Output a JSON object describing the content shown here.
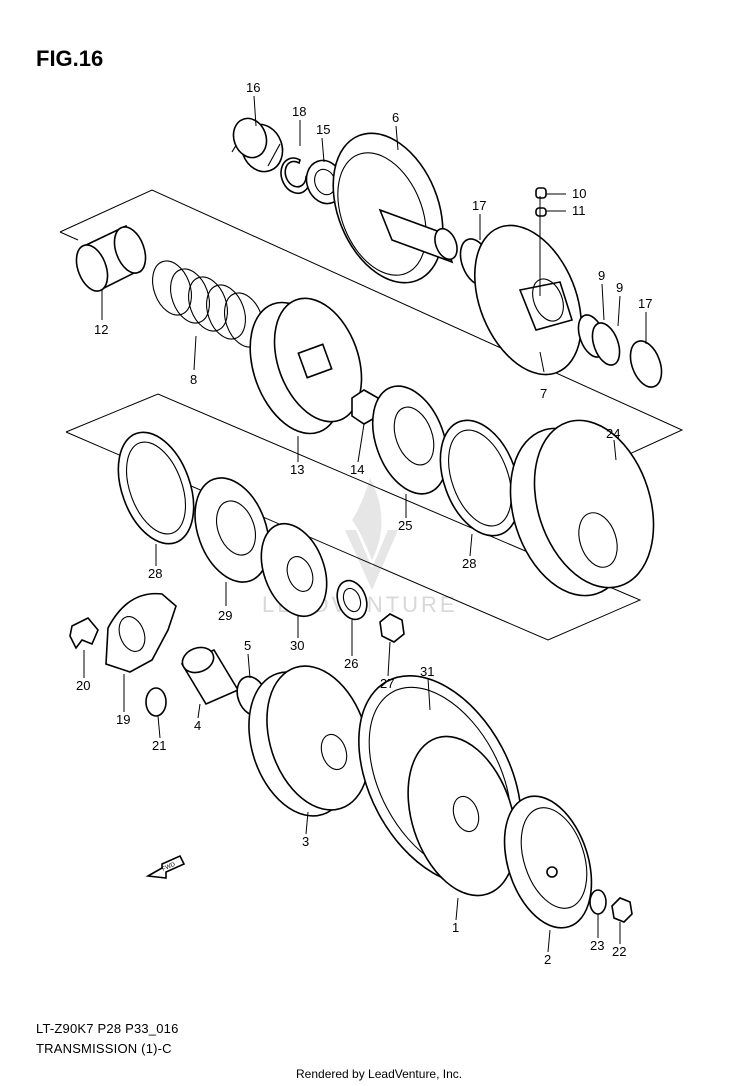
{
  "figure": {
    "title": "FIG.16",
    "code": "LT-Z90K7 P28 P33_016",
    "name": "TRANSMISSION (1)-C",
    "credit": "Rendered by LeadVenture, Inc.",
    "watermark": "LEADVENTURE",
    "direction_label": "FWD"
  },
  "callouts": {
    "p1": "1",
    "p2": "2",
    "p3": "3",
    "p4": "4",
    "p5": "5",
    "p6": "6",
    "p7": "7",
    "p8": "8",
    "p9a": "9",
    "p9b": "9",
    "p10": "10",
    "p11": "11",
    "p12": "12",
    "p13": "13",
    "p14": "14",
    "p15": "15",
    "p16": "16",
    "p17a": "17",
    "p17b": "17",
    "p18": "18",
    "p19": "19",
    "p20": "20",
    "p21": "21",
    "p22": "22",
    "p23": "23",
    "p24": "24",
    "p25": "25",
    "p26": "26",
    "p27": "27",
    "p28a": "28",
    "p28b": "28",
    "p29": "29",
    "p30": "30",
    "p31": "31"
  }
}
